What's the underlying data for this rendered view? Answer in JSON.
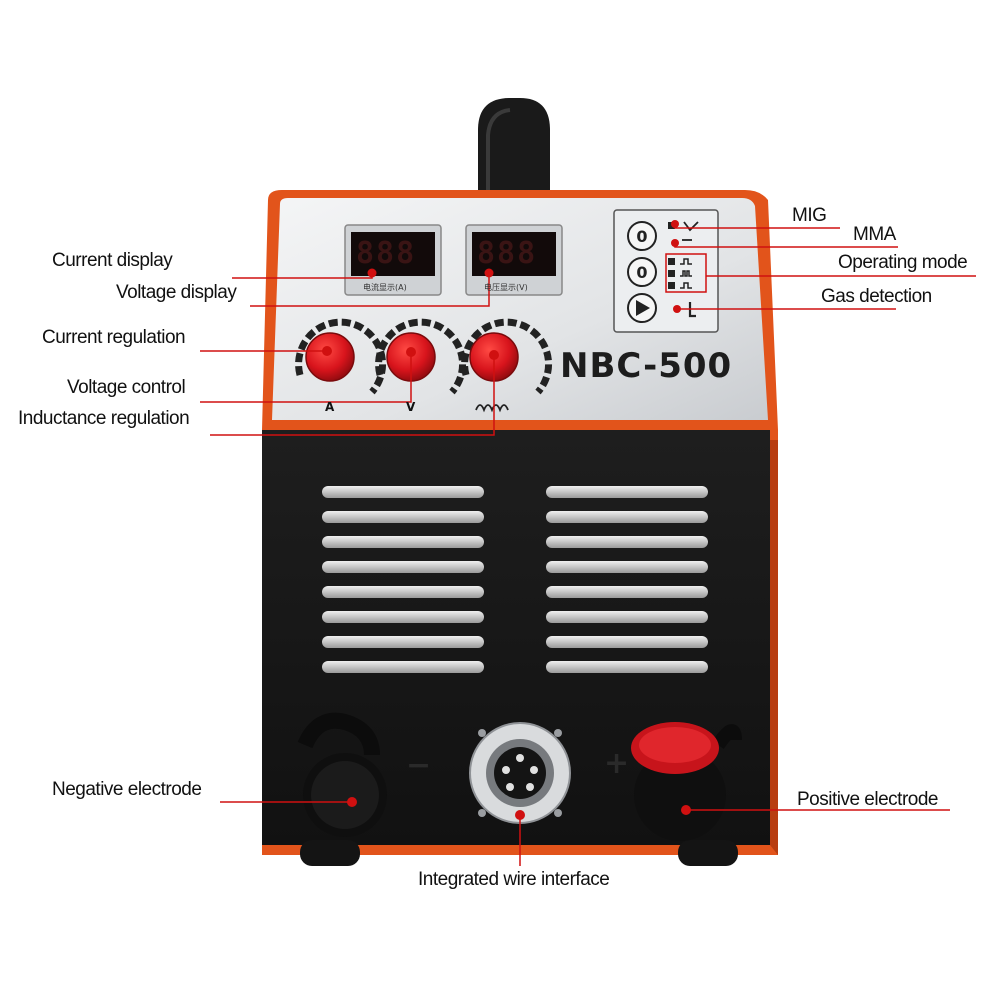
{
  "product": {
    "model": "NBC-500",
    "current_display_caption": "电流显示(A)",
    "voltage_display_caption": "电压显示(V)",
    "display_digits": "888",
    "knob_current_letter": "A",
    "knob_voltage_letter": "V",
    "negative_symbol": "−",
    "positive_symbol": "+"
  },
  "callouts": {
    "mig": "MIG",
    "mma": "MMA",
    "operating_mode": "Operating mode",
    "gas_detection": "Gas detection",
    "current_display": "Current display",
    "voltage_display": "Voltage display",
    "current_regulation": "Current regulation",
    "voltage_control": "Voltage control",
    "inductance_regulation": "Inductance regulation",
    "negative_electrode": "Negative electrode",
    "positive_electrode": "Positive electrode",
    "integrated_wire_interface": "Integrated wire interface"
  },
  "colors": {
    "accent_orange": "#e2541b",
    "knob_red": "#d8141c",
    "callout_red": "#d01010",
    "body_black": "#161616",
    "panel_silver": "#e4e6e8"
  }
}
